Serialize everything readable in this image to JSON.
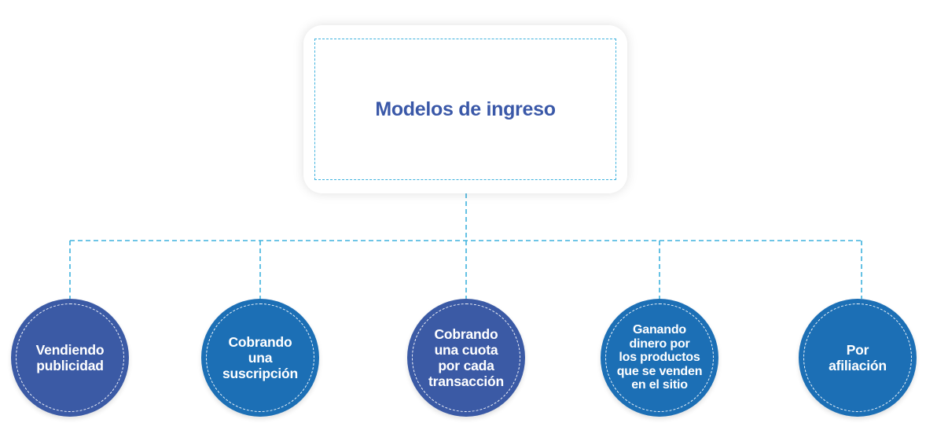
{
  "diagram": {
    "root": {
      "title": "Modelos de ingreso"
    },
    "children": [
      {
        "label": "Vendiendo\npublicidad",
        "color": "#3b5aa5"
      },
      {
        "label": "Cobrando\nuna\nsuscripción",
        "color": "#1c6fb5"
      },
      {
        "label": "Cobrando\nuna cuota\npor cada\ntransacción",
        "color": "#3b5aa5"
      },
      {
        "label": "Ganando\ndinero por\nlos productos\nque se venden\nen el sitio",
        "color": "#1c6fb5"
      },
      {
        "label": "Por\nafiliación",
        "color": "#1c6fb5"
      }
    ],
    "connector_color": "#3fb2de",
    "title_color": "#3a58a8"
  }
}
